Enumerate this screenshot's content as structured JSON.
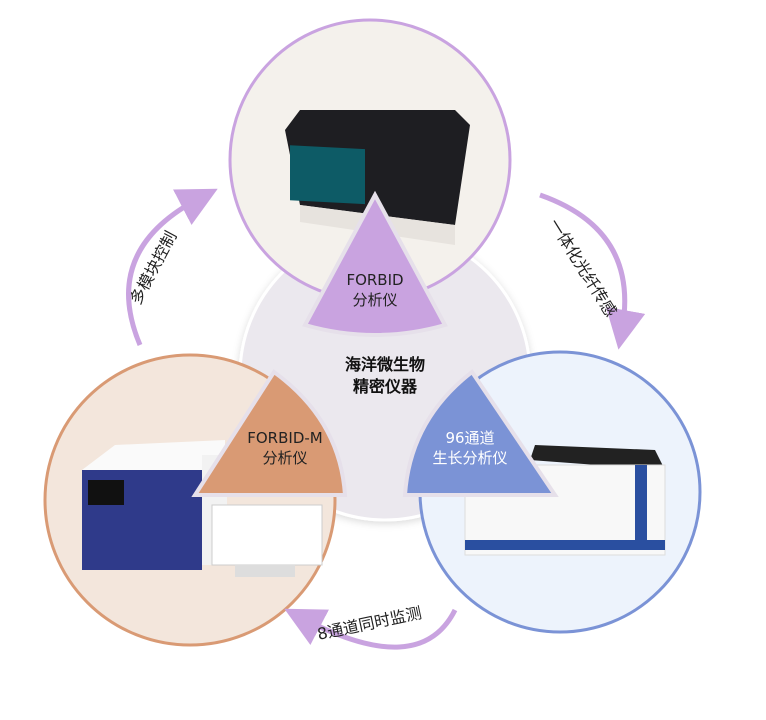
{
  "center_title": [
    "海洋微生物",
    "精密仪器"
  ],
  "nodes": [
    {
      "line1": "FORBID",
      "line2": "分析仪",
      "color": "#c9a3e0"
    },
    {
      "line1": "FORBID-M",
      "line2": "分析仪",
      "color": "#d99a74"
    },
    {
      "line1": "96通道",
      "line2": "生长分析仪",
      "color": "#7b93d6"
    }
  ],
  "arrows": [
    "多模块控制",
    "一体化光纤传感",
    "8通道同时监测"
  ],
  "arrow_color": "#c9a3e0"
}
